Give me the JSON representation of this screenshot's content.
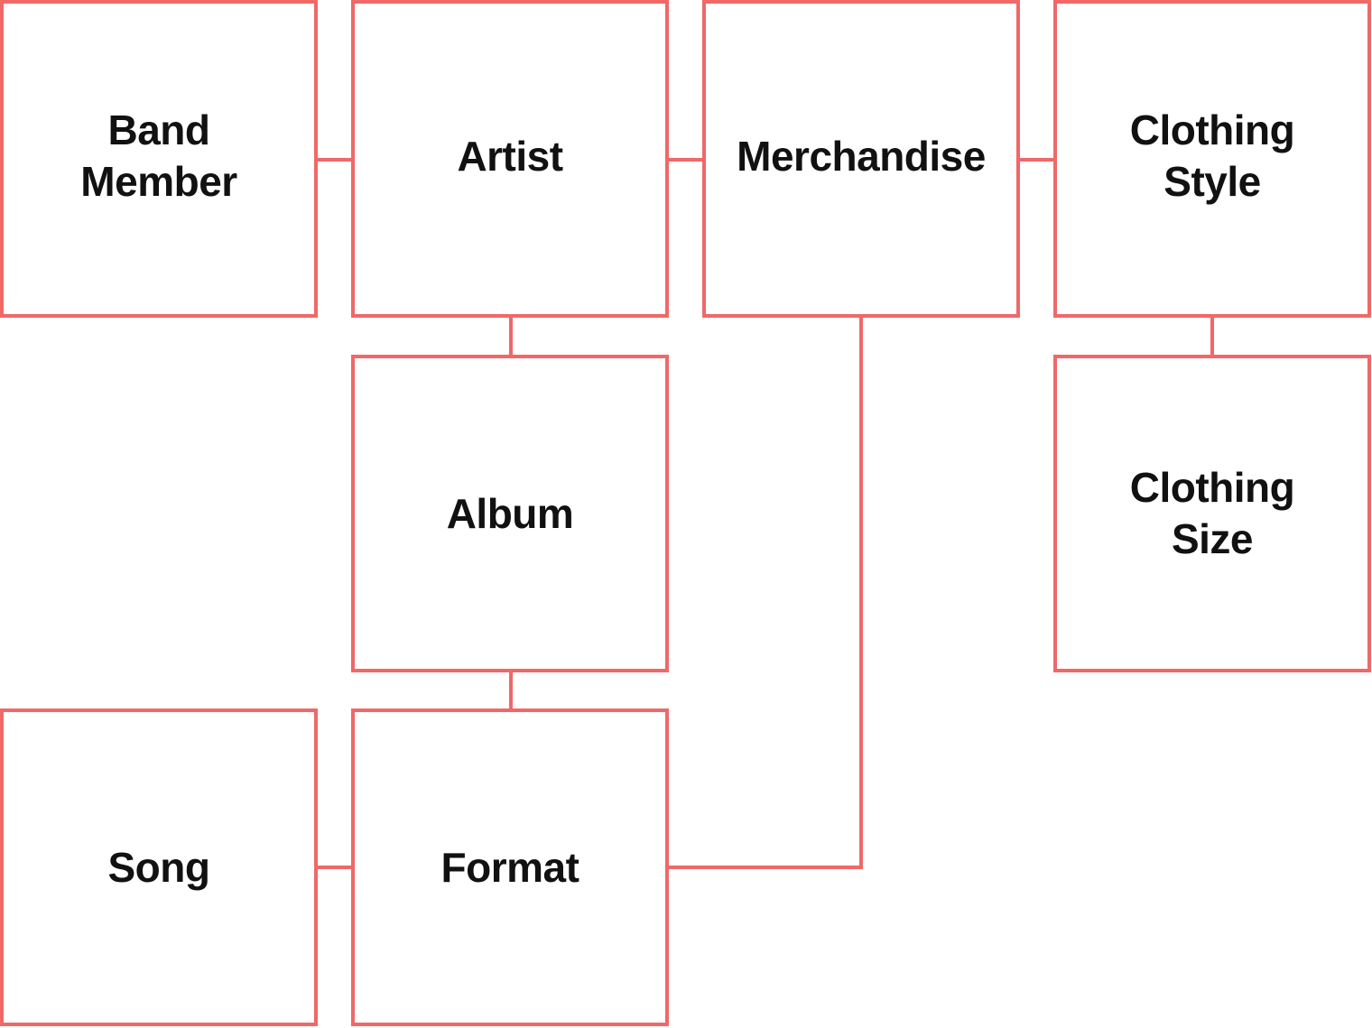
{
  "theme": {
    "line_color": "#f06868",
    "text_color": "#111111",
    "background": "#ffffff"
  },
  "nodes": {
    "band_member": {
      "line1": "Band",
      "line2": "Member"
    },
    "artist": {
      "line1": "Artist"
    },
    "merchandise": {
      "line1": "Merchandise"
    },
    "clothing_style": {
      "line1": "Clothing",
      "line2": "Style"
    },
    "album": {
      "line1": "Album"
    },
    "clothing_size": {
      "line1": "Clothing",
      "line2": "Size"
    },
    "song": {
      "line1": "Song"
    },
    "format": {
      "line1": "Format"
    }
  },
  "connections": [
    {
      "from": "Band Member",
      "to": "Artist"
    },
    {
      "from": "Artist",
      "to": "Merchandise"
    },
    {
      "from": "Merchandise",
      "to": "Clothing Style"
    },
    {
      "from": "Artist",
      "to": "Album"
    },
    {
      "from": "Clothing Style",
      "to": "Clothing Size"
    },
    {
      "from": "Album",
      "to": "Format"
    },
    {
      "from": "Song",
      "to": "Format"
    },
    {
      "from": "Merchandise",
      "to": "Format"
    }
  ]
}
